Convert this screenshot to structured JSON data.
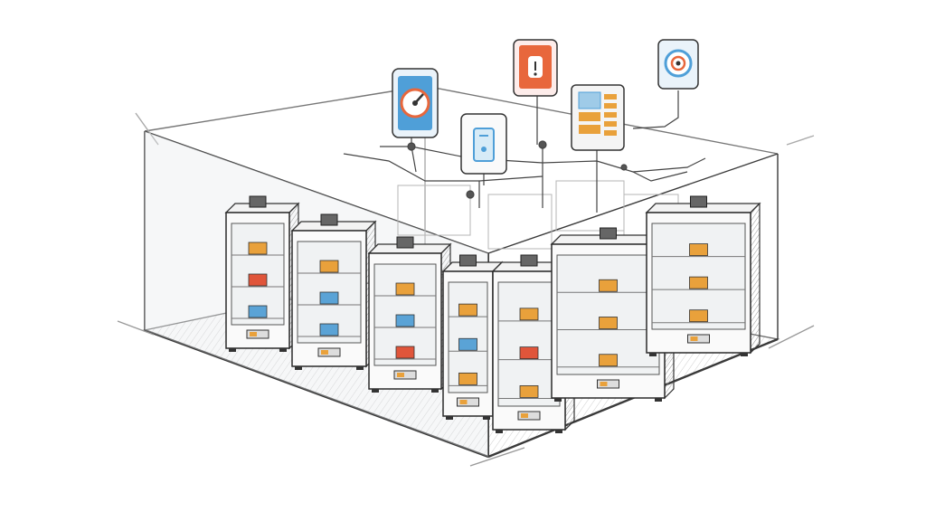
{
  "scene": {
    "description_free": true,
    "colors": {
      "paper": "#ffffff",
      "ink": "#2b2b2b",
      "ink_light": "#8a8a8a",
      "glass": "#d9dde0",
      "orange": "#e9a13b",
      "red": "#e0553a",
      "blue": "#5aa3d6",
      "tablet_orange": "#e8673c",
      "tablet_blue": "#4f9fd8"
    },
    "icons": [
      {
        "name": "dashboard-gauge-icon",
        "color": "#4f9fd8"
      },
      {
        "name": "phone-status-icon",
        "color": "#4f9fd8"
      },
      {
        "name": "alert-panel-icon",
        "color": "#e8673c"
      },
      {
        "name": "monitoring-screen-icon",
        "color": "#e9a13b"
      },
      {
        "name": "target-camera-icon",
        "color": "#4f9fd8"
      }
    ],
    "printers": [
      {
        "name": "printer-1",
        "parts": [
          "#e9a13b",
          "#e0553a",
          "#5aa3d6"
        ]
      },
      {
        "name": "printer-2",
        "parts": [
          "#e9a13b",
          "#5aa3d6",
          "#5aa3d6"
        ]
      },
      {
        "name": "printer-3",
        "parts": [
          "#e9a13b",
          "#5aa3d6",
          "#e0553a"
        ]
      },
      {
        "name": "printer-4",
        "parts": [
          "#e9a13b",
          "#5aa3d6"
        ]
      },
      {
        "name": "printer-5",
        "parts": [
          "#e9a13b",
          "#e0553a"
        ]
      },
      {
        "name": "printer-6",
        "parts": [
          "#e9a13b",
          "#e9a13b"
        ]
      }
    ]
  }
}
